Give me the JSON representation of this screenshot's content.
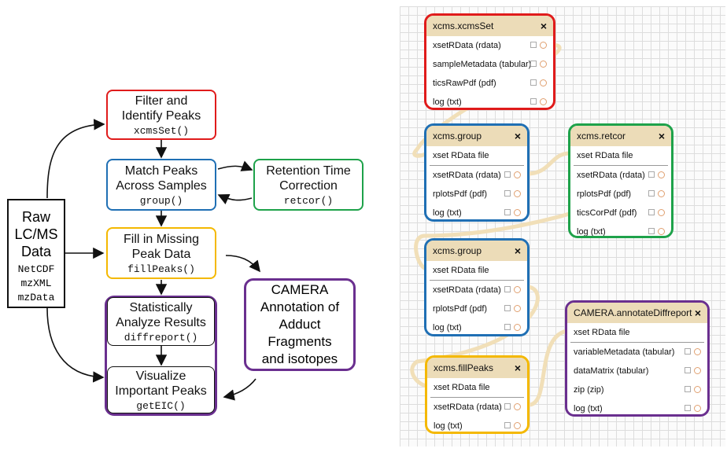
{
  "flowchart": {
    "raw": {
      "title": "Raw\nLC/MS\nData",
      "formats": "NetCDF\nmzXML\nmzData"
    },
    "filter": {
      "title": "Filter and\nIdentify Peaks",
      "code": "xcmsSet()"
    },
    "match": {
      "title": "Match Peaks\nAcross Samples",
      "code": "group()"
    },
    "retention": {
      "title": "Retention Time\nCorrection",
      "code": "retcor()"
    },
    "fill": {
      "title": "Fill in Missing\nPeak Data",
      "code": "fillPeaks()"
    },
    "camera": {
      "title": "CAMERA\nAnnotation of\nAdduct\nFragments\nand isotopes"
    },
    "stats": {
      "title": "Statistically\nAnalyze Results",
      "code": "diffreport()"
    },
    "visualize": {
      "title": "Visualize\nImportant Peaks",
      "code": "getEIC()"
    }
  },
  "workflow": {
    "close_icon": "×",
    "xcmsSet": {
      "title": "xcms.xcmsSet",
      "rows": [
        "xsetRData (rdata)",
        "sampleMetadata (tabular)",
        "ticsRawPdf (pdf)",
        "log (txt)"
      ]
    },
    "group1": {
      "title": "xcms.group",
      "input": "xset RData file",
      "rows": [
        "xsetRData (rdata)",
        "rplotsPdf (pdf)",
        "log (txt)"
      ]
    },
    "retcor": {
      "title": "xcms.retcor",
      "input": "xset RData file",
      "rows": [
        "xsetRData (rdata)",
        "rplotsPdf (pdf)",
        "ticsCorPdf (pdf)",
        "log (txt)"
      ]
    },
    "group2": {
      "title": "xcms.group",
      "input": "xset RData file",
      "rows": [
        "xsetRData (rdata)",
        "rplotsPdf (pdf)",
        "log (txt)"
      ]
    },
    "fillPeaks": {
      "title": "xcms.fillPeaks",
      "input": "xset RData file",
      "rows": [
        "xsetRData (rdata)",
        "log (txt)"
      ]
    },
    "camera": {
      "title": "CAMERA.annotateDiffreport",
      "input": "xset RData file",
      "rows": [
        "variableMetadata (tabular)",
        "dataMatrix (tabular)",
        "zip (zip)",
        "log (txt)"
      ]
    }
  },
  "colors": {
    "red": "#e01b1b",
    "blue": "#1f6fb4",
    "green": "#1ea24a",
    "yellow": "#f4b800",
    "purple": "#6a2f8f",
    "node_header": "#ecdcb8",
    "grid": "#dddddd"
  }
}
